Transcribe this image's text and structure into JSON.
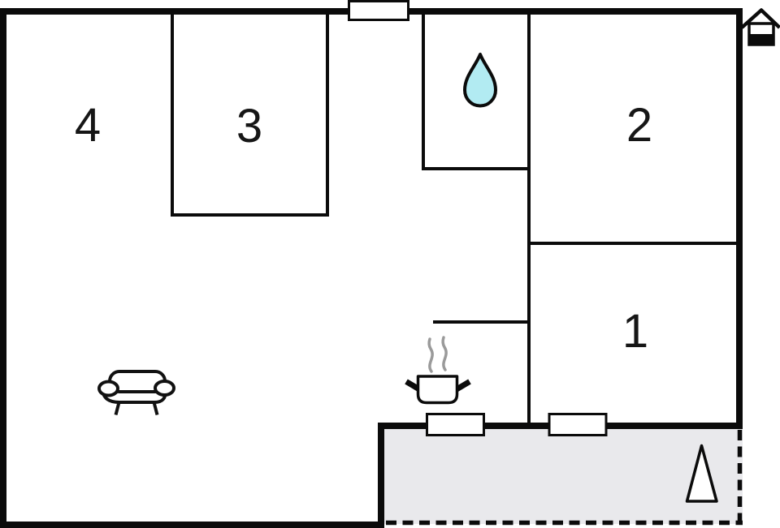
{
  "floorplan": {
    "type": "apartment-floor-plan",
    "rooms": [
      {
        "label": "4"
      },
      {
        "label": "3"
      },
      {
        "label": "2"
      },
      {
        "label": "1"
      }
    ],
    "icons": {
      "water_drop": "water-drop-icon",
      "cooking_pot": "cooking-pot-icon",
      "steam": "steam-icon",
      "sofa": "sofa-icon",
      "tree": "tree-icon",
      "house": "house-icon"
    },
    "colors": {
      "wall": "#0b0b0b",
      "background": "#ffffff",
      "terrace_fill": "#e9e9ec",
      "water_drop_fill": "#b2ebf2",
      "steam": "#9a9a9a",
      "door_fill": "#ffffff",
      "icon_fill": "#ffffff"
    }
  }
}
